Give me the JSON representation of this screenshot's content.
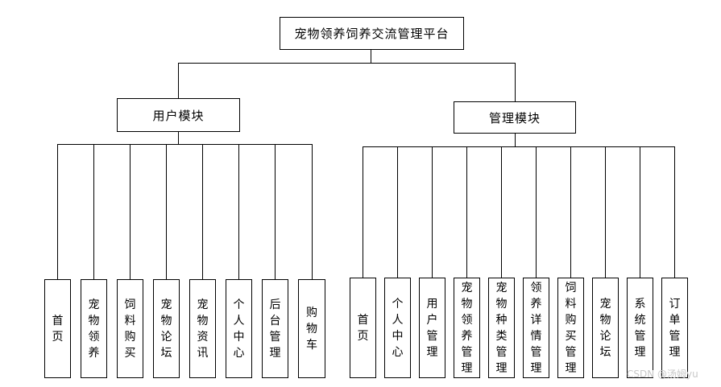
{
  "root": {
    "label": "宠物领养饲养交流管理平台"
  },
  "user_module": {
    "label": "用户模块",
    "children": [
      "首页",
      "宠物领养",
      "饲料购买",
      "宠物论坛",
      "宠物资讯",
      "个人中心",
      "后台管理",
      "购物车"
    ]
  },
  "admin_module": {
    "label": "管理模块",
    "children": [
      "首页",
      "个人中心",
      "用户管理",
      "宠物领养管理",
      "宠物种类管理",
      "领养详情管理",
      "饲料购买管理",
      "宠物论坛",
      "系统管理",
      "订单管理"
    ]
  },
  "watermark": "CSDN @汤姆yu"
}
